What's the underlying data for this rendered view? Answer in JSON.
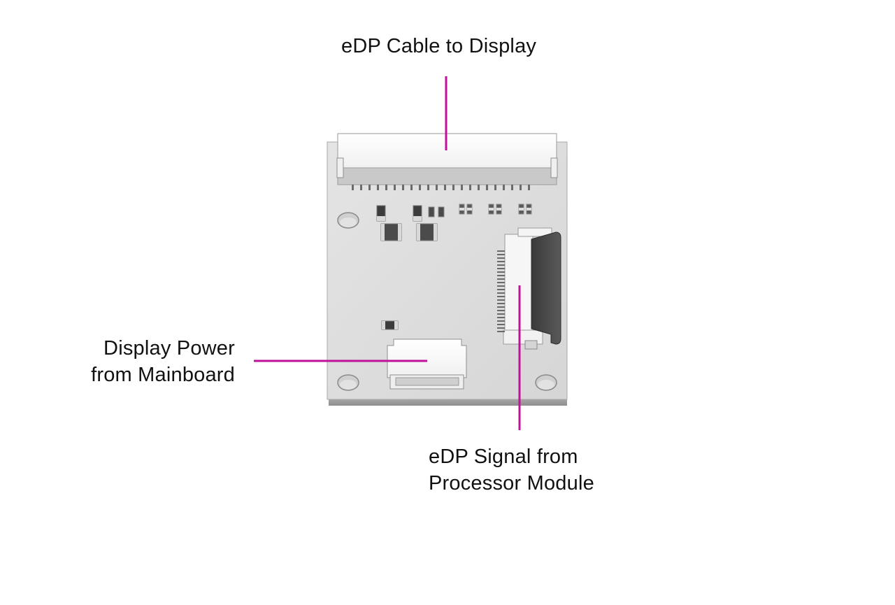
{
  "labels": {
    "edp_cable": "eDP Cable to Display",
    "display_power_line1": "Display Power",
    "display_power_line2": "from Mainboard",
    "edp_signal_line1": "eDP Signal from",
    "edp_signal_line2": "Processor Module"
  },
  "colors": {
    "leader_line": "#c0119a",
    "board": "#dcdcdc",
    "connector": "#f7f7f7",
    "text": "#111111"
  }
}
